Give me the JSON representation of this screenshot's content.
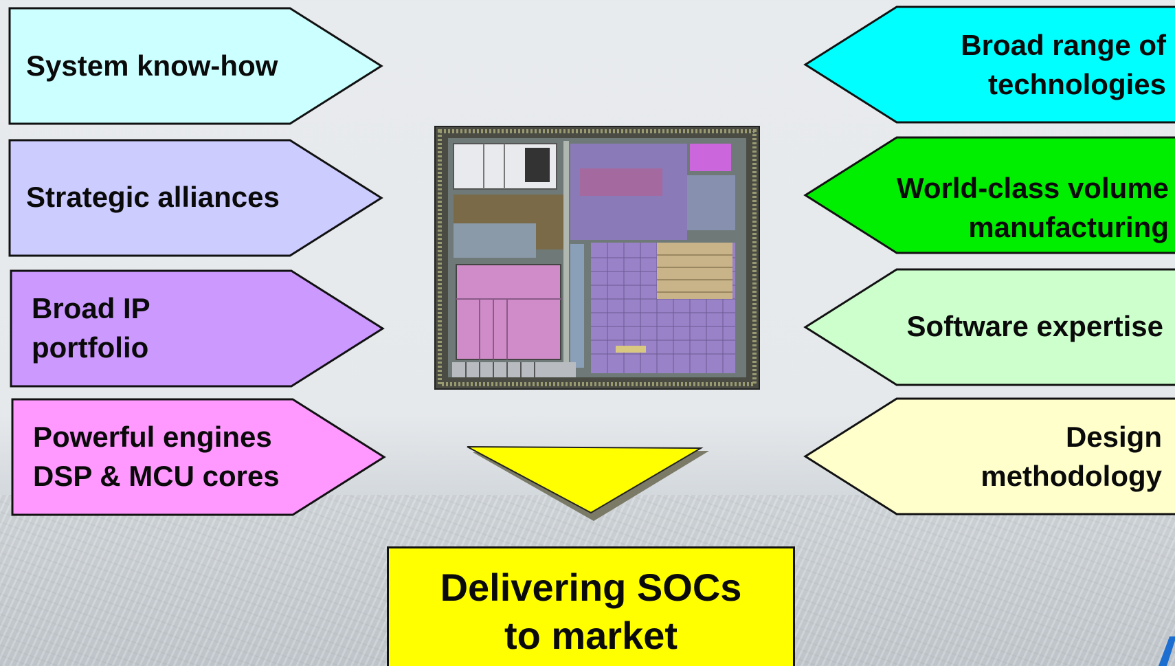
{
  "left_items": [
    {
      "lines": [
        "System know-how"
      ],
      "color": "#ccffff"
    },
    {
      "lines": [
        "Strategic alliances"
      ],
      "color": "#ccccff"
    },
    {
      "lines": [
        "Broad IP",
        "portfolio"
      ],
      "color": "#cc99ff"
    },
    {
      "lines": [
        "Powerful engines",
        "DSP & MCU cores"
      ],
      "color": "#ff99ff"
    }
  ],
  "right_items": [
    {
      "lines": [
        "Broad range of",
        "technologies"
      ],
      "color": "#00ffff"
    },
    {
      "lines": [
        "World-class volume",
        "manufacturing"
      ],
      "color": "#00ee00"
    },
    {
      "lines": [
        "Software expertise"
      ],
      "color": "#ccffcc"
    },
    {
      "lines": [
        "Design",
        "methodology"
      ],
      "color": "#ffffcc"
    }
  ],
  "center": {
    "chip_image": "chip-die-photo",
    "arrow_color": "#ffff00"
  },
  "result": {
    "lines": [
      "Delivering SOCs",
      "to market"
    ],
    "color": "#ffff00"
  }
}
